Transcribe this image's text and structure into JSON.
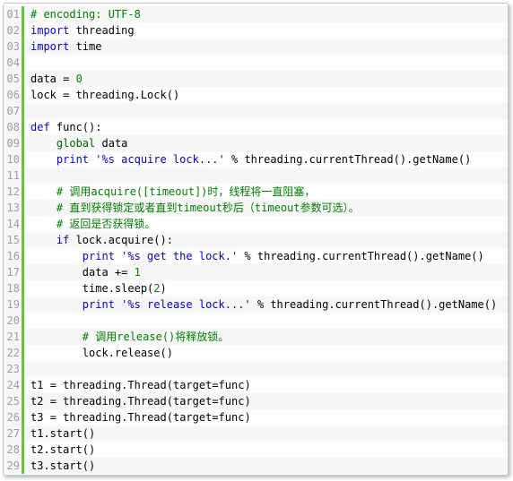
{
  "colors": {
    "keyword": "#0000ff",
    "string": "#0000cd",
    "comment": "#008000",
    "number": "#008000",
    "gutter_bar": "#6cbd45"
  },
  "lines": [
    {
      "n": "01",
      "tokens": [
        {
          "t": "# encoding: UTF-8",
          "c": "cm"
        }
      ]
    },
    {
      "n": "02",
      "tokens": [
        {
          "t": "import",
          "c": "kw"
        },
        {
          "t": " threading",
          "c": ""
        }
      ]
    },
    {
      "n": "03",
      "tokens": [
        {
          "t": "import",
          "c": "kw"
        },
        {
          "t": " time",
          "c": ""
        }
      ]
    },
    {
      "n": "04",
      "tokens": []
    },
    {
      "n": "05",
      "tokens": [
        {
          "t": "data ",
          "c": ""
        },
        {
          "t": "=",
          "c": "op"
        },
        {
          "t": " ",
          "c": ""
        },
        {
          "t": "0",
          "c": "num"
        }
      ]
    },
    {
      "n": "06",
      "tokens": [
        {
          "t": "lock ",
          "c": ""
        },
        {
          "t": "=",
          "c": "op"
        },
        {
          "t": " threading.Lock()",
          "c": ""
        }
      ]
    },
    {
      "n": "07",
      "tokens": []
    },
    {
      "n": "08",
      "tokens": [
        {
          "t": "def",
          "c": "kw"
        },
        {
          "t": " func():",
          "c": ""
        }
      ]
    },
    {
      "n": "09",
      "tokens": [
        {
          "t": "    ",
          "c": ""
        },
        {
          "t": "global",
          "c": "bi"
        },
        {
          "t": " data",
          "c": ""
        }
      ]
    },
    {
      "n": "10",
      "tokens": [
        {
          "t": "    ",
          "c": ""
        },
        {
          "t": "print",
          "c": "kw"
        },
        {
          "t": " ",
          "c": ""
        },
        {
          "t": "'%s acquire lock...'",
          "c": "str"
        },
        {
          "t": " % threading.currentThread().getName()",
          "c": ""
        }
      ]
    },
    {
      "n": "11",
      "tokens": []
    },
    {
      "n": "12",
      "tokens": [
        {
          "t": "    ",
          "c": ""
        },
        {
          "t": "# 调用acquire([timeout])时，线程将一直阻塞，",
          "c": "cm"
        }
      ]
    },
    {
      "n": "13",
      "tokens": [
        {
          "t": "    ",
          "c": ""
        },
        {
          "t": "# 直到获得锁定或者直到timeout秒后（timeout参数可选）。",
          "c": "cm"
        }
      ]
    },
    {
      "n": "14",
      "tokens": [
        {
          "t": "    ",
          "c": ""
        },
        {
          "t": "# 返回是否获得锁。",
          "c": "cm"
        }
      ]
    },
    {
      "n": "15",
      "tokens": [
        {
          "t": "    ",
          "c": ""
        },
        {
          "t": "if",
          "c": "kw"
        },
        {
          "t": " lock.acquire():",
          "c": ""
        }
      ]
    },
    {
      "n": "16",
      "tokens": [
        {
          "t": "        ",
          "c": ""
        },
        {
          "t": "print",
          "c": "kw"
        },
        {
          "t": " ",
          "c": ""
        },
        {
          "t": "'%s get the lock.'",
          "c": "str"
        },
        {
          "t": " % threading.currentThread().getName()",
          "c": ""
        }
      ]
    },
    {
      "n": "17",
      "tokens": [
        {
          "t": "        data ",
          "c": ""
        },
        {
          "t": "+=",
          "c": "op"
        },
        {
          "t": " ",
          "c": ""
        },
        {
          "t": "1",
          "c": "num"
        }
      ]
    },
    {
      "n": "18",
      "tokens": [
        {
          "t": "        time.sleep(",
          "c": ""
        },
        {
          "t": "2",
          "c": "num"
        },
        {
          "t": ")",
          "c": ""
        }
      ]
    },
    {
      "n": "19",
      "tokens": [
        {
          "t": "        ",
          "c": ""
        },
        {
          "t": "print",
          "c": "kw"
        },
        {
          "t": " ",
          "c": ""
        },
        {
          "t": "'%s release lock...'",
          "c": "str"
        },
        {
          "t": " % threading.currentThread().getName()",
          "c": ""
        }
      ]
    },
    {
      "n": "20",
      "tokens": []
    },
    {
      "n": "21",
      "tokens": [
        {
          "t": "        ",
          "c": ""
        },
        {
          "t": "# 调用release()将释放锁。",
          "c": "cm"
        }
      ]
    },
    {
      "n": "22",
      "tokens": [
        {
          "t": "        lock.release()",
          "c": ""
        }
      ]
    },
    {
      "n": "23",
      "tokens": []
    },
    {
      "n": "24",
      "tokens": [
        {
          "t": "t1 ",
          "c": ""
        },
        {
          "t": "=",
          "c": "op"
        },
        {
          "t": " threading.Thread(target",
          "c": ""
        },
        {
          "t": "=",
          "c": "op"
        },
        {
          "t": "func)",
          "c": ""
        }
      ]
    },
    {
      "n": "25",
      "tokens": [
        {
          "t": "t2 ",
          "c": ""
        },
        {
          "t": "=",
          "c": "op"
        },
        {
          "t": " threading.Thread(target",
          "c": ""
        },
        {
          "t": "=",
          "c": "op"
        },
        {
          "t": "func)",
          "c": ""
        }
      ]
    },
    {
      "n": "26",
      "tokens": [
        {
          "t": "t3 ",
          "c": ""
        },
        {
          "t": "=",
          "c": "op"
        },
        {
          "t": " threading.Thread(target",
          "c": ""
        },
        {
          "t": "=",
          "c": "op"
        },
        {
          "t": "func)",
          "c": ""
        }
      ]
    },
    {
      "n": "27",
      "tokens": [
        {
          "t": "t1.start()",
          "c": ""
        }
      ]
    },
    {
      "n": "28",
      "tokens": [
        {
          "t": "t2.start()",
          "c": ""
        }
      ]
    },
    {
      "n": "29",
      "tokens": [
        {
          "t": "t3.start()",
          "c": ""
        }
      ]
    }
  ]
}
